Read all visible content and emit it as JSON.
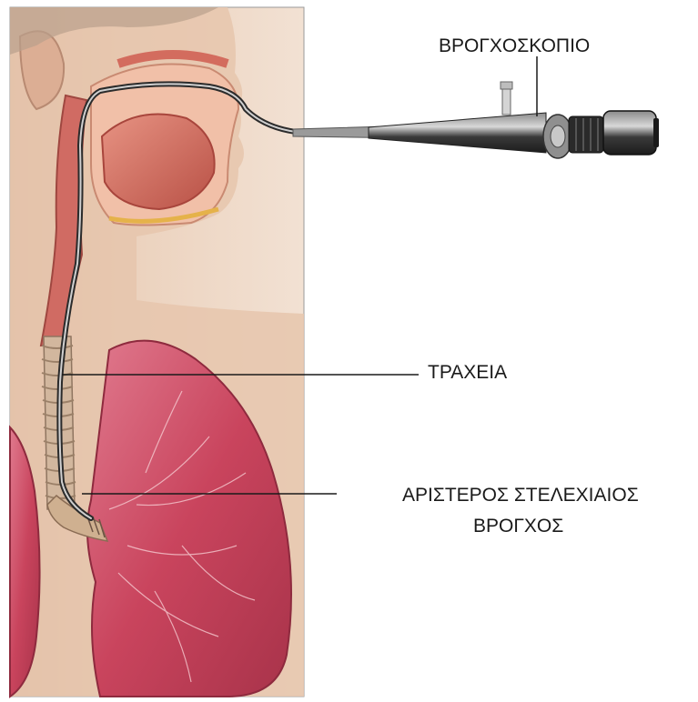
{
  "labels": {
    "bronchoscope": "ΒΡΟΓΧΟΣΚΟΠΙΟ",
    "trachea": "ΤΡΑΧΕΙΑ",
    "left_main_bronchus_line1": "ΑΡΙΣΤΕΡΟΣ ΣΤΕΛΕΧΙΑΙΟΣ",
    "left_main_bronchus_line2": "ΒΡΟΓΧΟΣ"
  },
  "colors": {
    "skin": "#e9cdb6",
    "lung": "#c9445d",
    "tissue": "#d9787a",
    "instrument": "#3a3a3a",
    "background": "#ffffff"
  }
}
